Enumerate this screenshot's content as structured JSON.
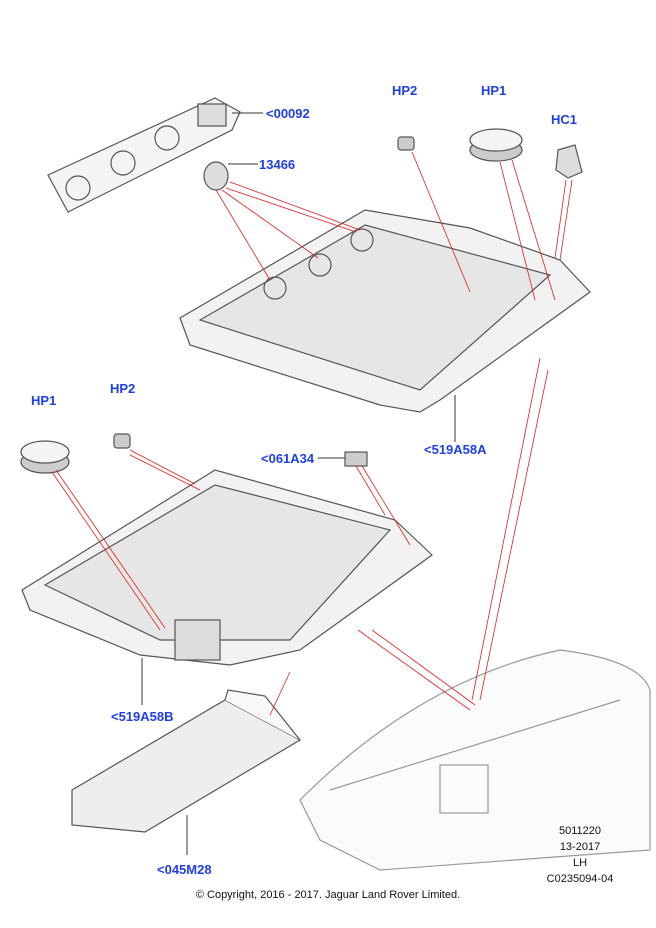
{
  "callouts": {
    "c00092": "<00092",
    "c13466": "13466",
    "hp2_top": "HP2",
    "hp1_top": "HP1",
    "hc1": "HC1",
    "c519A58A": "<519A58A",
    "hp1_left": "HP1",
    "hp2_left": "HP2",
    "c061A34": "<061A34",
    "c519A58B": "<519A58B",
    "c045M28": "<045M28"
  },
  "meta": {
    "ref": "5011220",
    "date": "13-2017",
    "side": "LH",
    "code": "C0235094-04"
  },
  "copyright": "© Copyright, 2016 - 2017. Jaguar Land Rover Limited.",
  "colors": {
    "label": "#1f3fe6",
    "leader": "#e02020",
    "part": "#555555"
  }
}
